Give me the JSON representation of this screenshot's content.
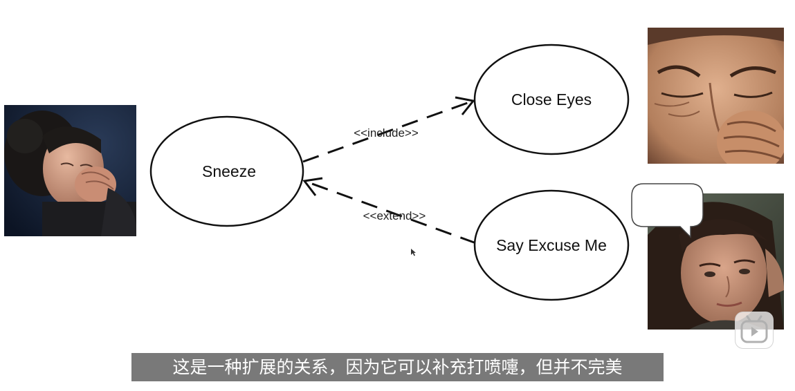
{
  "diagram": {
    "use_cases": {
      "sneeze": "Sneeze",
      "close_eyes": "Close Eyes",
      "say_excuse_me": "Say Excuse Me"
    },
    "relations": {
      "include": "<<include>>",
      "extend": "<<extend>>"
    }
  },
  "photos": {
    "left": "sneezing-woman-photo",
    "top_right": "squinting-face-photo",
    "bottom_right": "woman-speaking-photo"
  },
  "subtitle": "这是一种扩展的关系，因为它可以补充打喷嚏，但并不完美",
  "player": {
    "play_icon": "play-icon"
  },
  "colors": {
    "line": "#111111",
    "subtitle_bg": "#6e6e6e",
    "subtitle_text": "#ffffff"
  }
}
